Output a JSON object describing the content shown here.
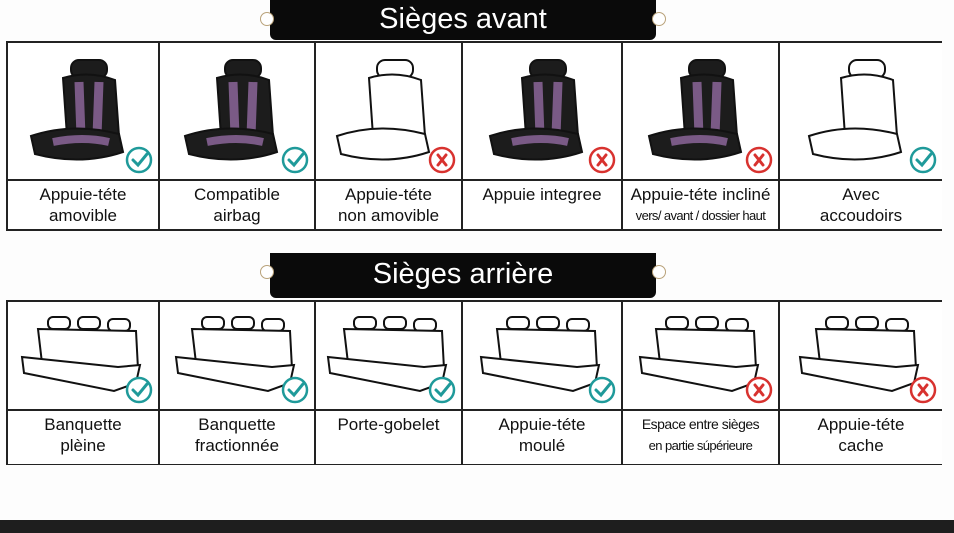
{
  "front": {
    "title": "Sièges avant",
    "items": [
      {
        "line1": "Appuie-téte",
        "line2": "amovible",
        "status": "check",
        "style": "dark"
      },
      {
        "line1": "Compatible",
        "line2": "airbag",
        "status": "check",
        "style": "dark"
      },
      {
        "line1": "Appuie-téte",
        "line2": "non amovible",
        "status": "cross",
        "style": "outline"
      },
      {
        "line1": "Appuie integree",
        "line2": "",
        "status": "cross",
        "style": "dark"
      },
      {
        "line1": "Appuie-téte incliné",
        "line2": "vers/ avant / dossier haut",
        "status": "cross",
        "style": "dark",
        "small2": true
      },
      {
        "line1": "Avec",
        "line2": "accoudoirs",
        "status": "check",
        "style": "outline"
      }
    ]
  },
  "rear": {
    "title": "Sièges arrière",
    "items": [
      {
        "line1": "Banquette",
        "line2": "plèine",
        "status": "check"
      },
      {
        "line1": "Banquette",
        "line2": "fractionnée",
        "status": "check"
      },
      {
        "line1": "Porte-gobelet",
        "line2": "",
        "status": "check"
      },
      {
        "line1": "Appuie-téte",
        "line2": "moulé",
        "status": "check"
      },
      {
        "line1": "Espace entre sièges",
        "line2": "en partie súpérieure",
        "status": "cross",
        "small1": true,
        "small2": true
      },
      {
        "line1": "Appuie-téte",
        "line2": "cache",
        "status": "cross"
      }
    ]
  },
  "colors": {
    "check": "#1f9a9a",
    "cross": "#d8322f",
    "seat": "#1c1c1c",
    "accent": "#7a5a86"
  }
}
